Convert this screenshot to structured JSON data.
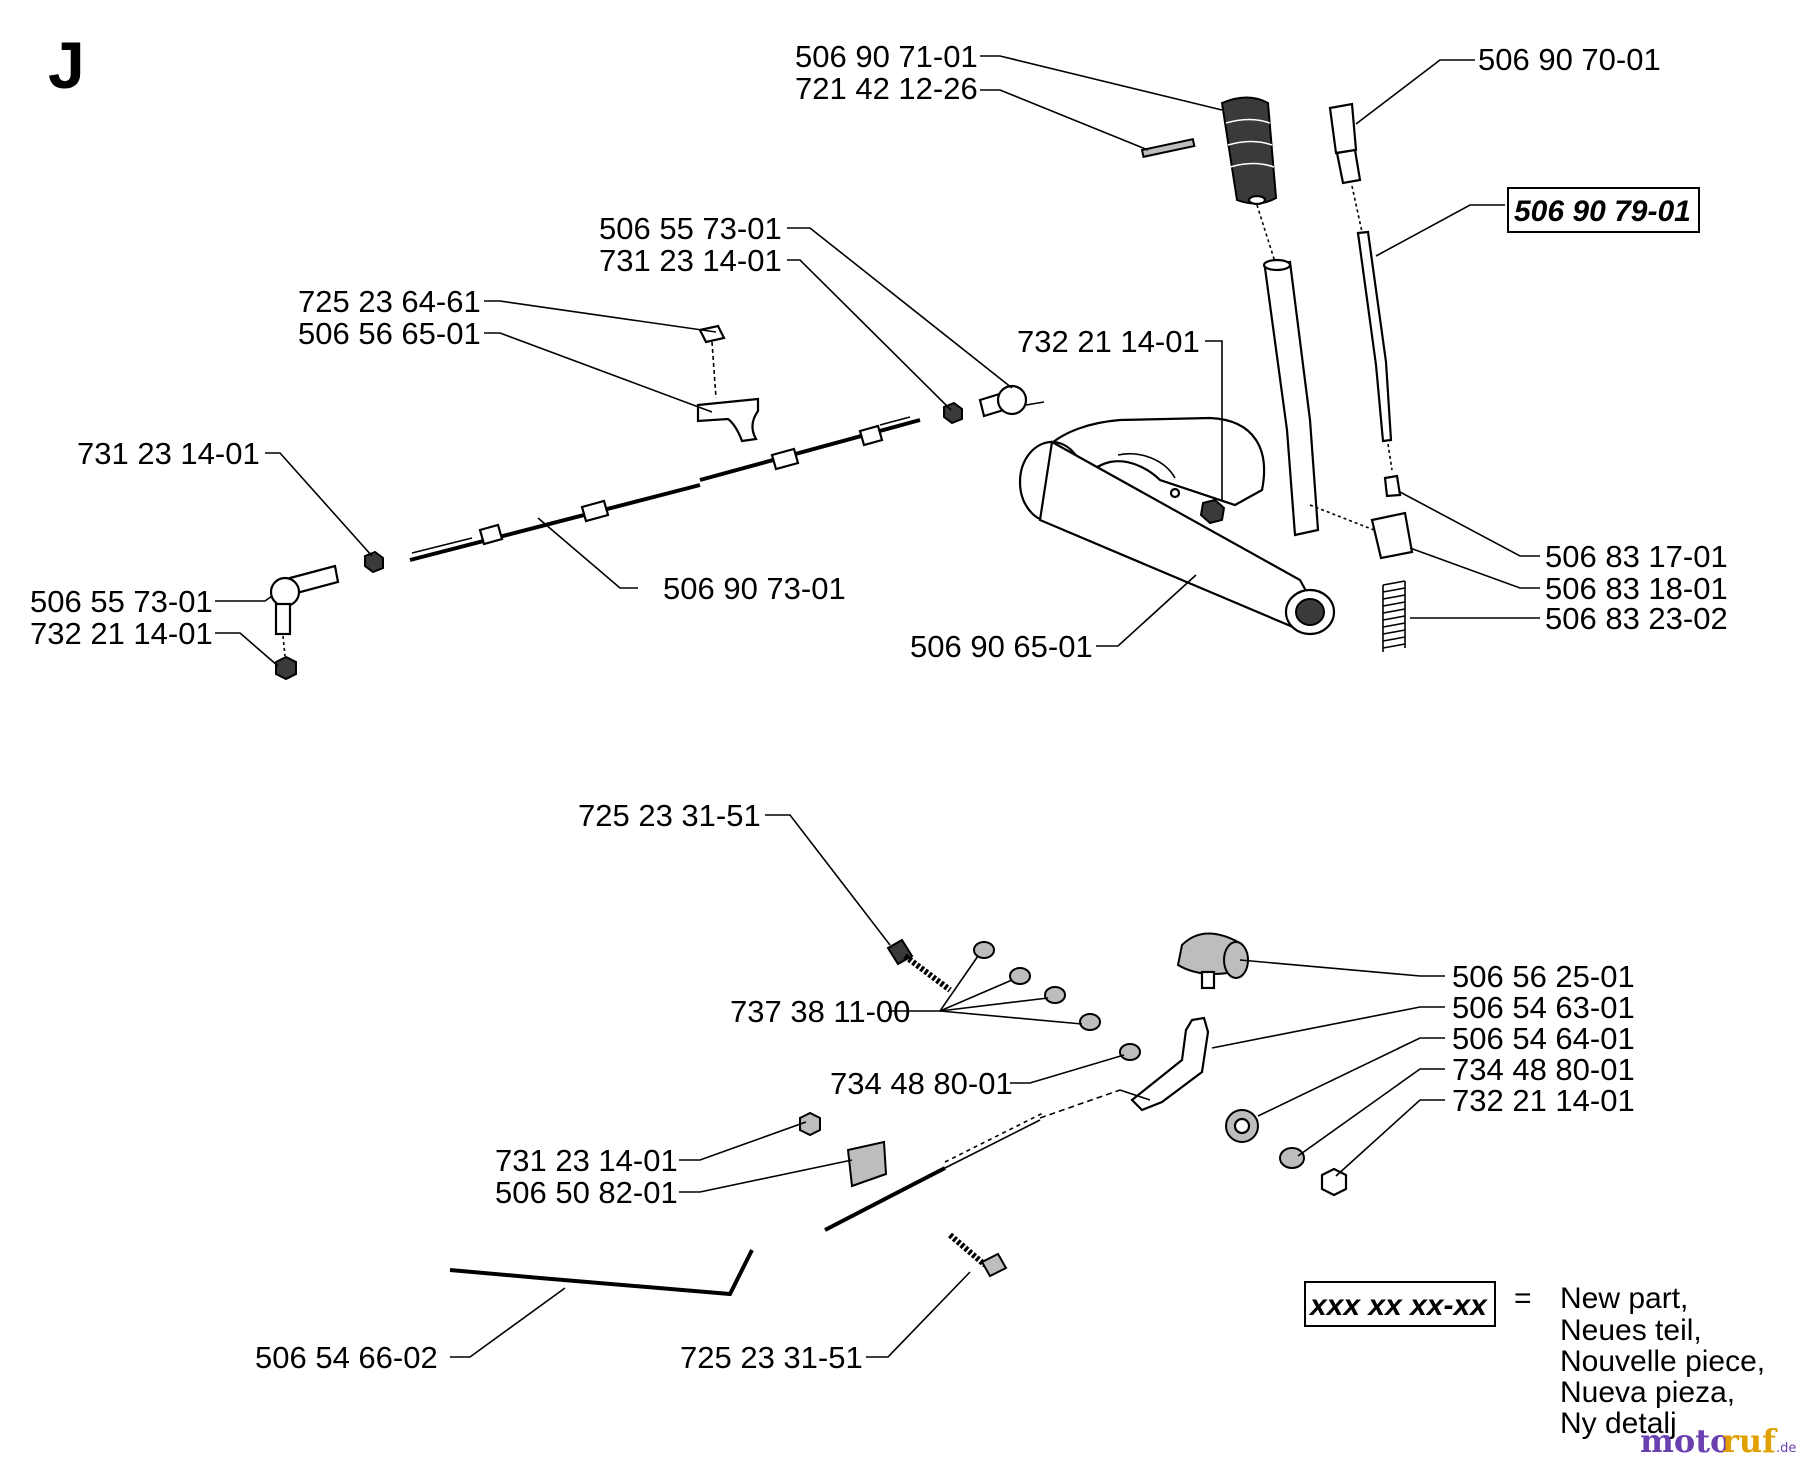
{
  "section_letter": "J",
  "labels": {
    "l01": "506 90 71-01",
    "l02": "721 42 12-26",
    "l03": "506 90 70-01",
    "l04": "506 90 79-01",
    "l05": "506 55 73-01",
    "l06": "731 23 14-01",
    "l07": "725 23 64-61",
    "l08": "506 56 65-01",
    "l09": "732 21 14-01",
    "l10": "731 23 14-01",
    "l11": "506 55 73-01",
    "l12": "732 21 14-01",
    "l13": "506 90 73-01",
    "l14": "506 90 65-01",
    "l15": "506 83 17-01",
    "l16": "506 83 18-01",
    "l17": "506 83 23-02",
    "l18": "725 23 31-51",
    "l19": "737 38 11-00",
    "l20": "734 48 80-01",
    "l21": "506 56 25-01",
    "l22": "506 54 63-01",
    "l23": "506 54 64-01",
    "l24": "734 48 80-01",
    "l25": "732 21 14-01",
    "l26": "731 23 14-01",
    "l27": "506 50 82-01",
    "l28": "506 54 66-02",
    "l29": "725 23 31-51"
  },
  "legend": {
    "placeholder": "xxx xx xx-xx",
    "equals": "=",
    "lines": [
      "New part,",
      "Neues teil,",
      "Nouvelle piece,",
      "Nueva pieza,",
      "Ny detalj"
    ]
  },
  "watermark": {
    "part1": "moto",
    "part2": "ruf",
    "suffix": ".de"
  }
}
